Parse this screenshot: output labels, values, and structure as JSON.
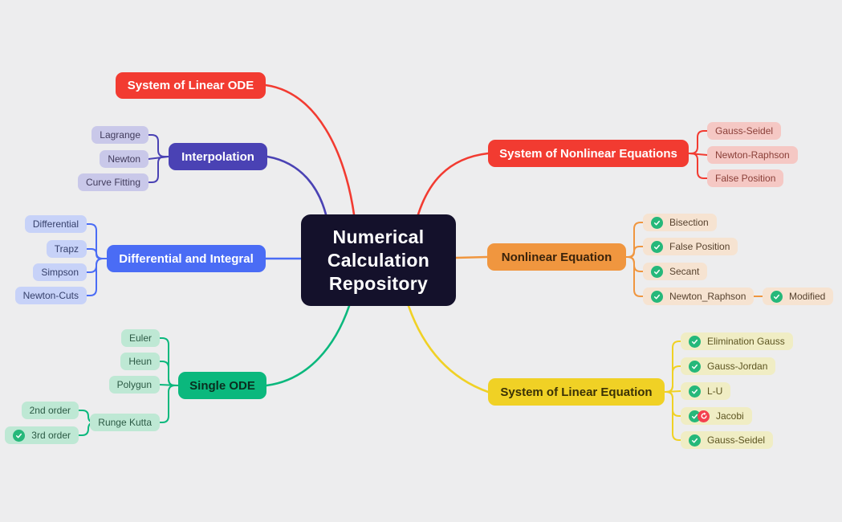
{
  "title_node": {
    "lines": [
      "Numerical",
      "Calculation",
      "Repository"
    ]
  },
  "colors": {
    "background": "#ededee",
    "center_bg": "#14112b",
    "center_text": "#ffffff",
    "check_icon": "#25b87a",
    "retry_icon": "#f4404f"
  },
  "branches": [
    {
      "id": "system-of-linear-ode",
      "label": "System of Linear ODE",
      "color": "#f23b31",
      "text_color": "#ffffff",
      "child_bg": "#f5c8c4",
      "child_text": "#8a3f38",
      "children": []
    },
    {
      "id": "interpolation",
      "label": "Interpolation",
      "color": "#4a42b4",
      "text_color": "#ffffff",
      "child_bg": "#c9c8e9",
      "child_text": "#413b5c",
      "children": [
        {
          "id": "lagrange",
          "label": "Lagrange"
        },
        {
          "id": "newton",
          "label": "Newton"
        },
        {
          "id": "curve-fitting",
          "label": "Curve Fitting"
        }
      ]
    },
    {
      "id": "differential-and-integral",
      "label": "Differential and Integral",
      "color": "#4a6cf5",
      "text_color": "#ffffff",
      "child_bg": "#c7d2f8",
      "child_text": "#36406b",
      "children": [
        {
          "id": "differential",
          "label": "Differential"
        },
        {
          "id": "trapz",
          "label": "Trapz"
        },
        {
          "id": "simpson",
          "label": "Simpson"
        },
        {
          "id": "newton-cuts",
          "label": "Newton-Cuts"
        }
      ]
    },
    {
      "id": "single-ode",
      "label": "Single ODE",
      "color": "#0bb87d",
      "text_color": "#0a2e1f",
      "child_bg": "#bee8d4",
      "child_text": "#2c5a45",
      "children": [
        {
          "id": "euler",
          "label": "Euler"
        },
        {
          "id": "heun",
          "label": "Heun"
        },
        {
          "id": "polygun",
          "label": "Polygun"
        },
        {
          "id": "runge-kutta",
          "label": "Runge Kutta",
          "children": [
            {
              "id": "2nd-order",
              "label": "2nd order"
            },
            {
              "id": "3rd-order",
              "label": "3rd order",
              "icons": [
                "check"
              ]
            }
          ]
        }
      ]
    },
    {
      "id": "system-of-nonlinear-equations",
      "label": "System of Nonlinear Equations",
      "color": "#f23b31",
      "text_color": "#ffffff",
      "child_bg": "#f5c8c4",
      "child_text": "#8a3f38",
      "children": [
        {
          "id": "sne-gauss-seidel",
          "label": "Gauss-Seidel"
        },
        {
          "id": "sne-newton-raphson",
          "label": "Newton-Raphson"
        },
        {
          "id": "sne-false-position",
          "label": "False Position"
        }
      ]
    },
    {
      "id": "nonlinear-equation",
      "label": "Nonlinear Equation",
      "color": "#f0963f",
      "text_color": "#3a230b",
      "child_bg": "#f6e3d1",
      "child_text": "#57422e",
      "children": [
        {
          "id": "bisection",
          "label": "Bisection",
          "icons": [
            "check"
          ]
        },
        {
          "id": "ne-false-position",
          "label": "False Position",
          "icons": [
            "check"
          ]
        },
        {
          "id": "secant",
          "label": "Secant",
          "icons": [
            "check"
          ]
        },
        {
          "id": "newton-raphson-u",
          "label": "Newton_Raphson",
          "icons": [
            "check"
          ],
          "children": [
            {
              "id": "modified",
              "label": "Modified",
              "icons": [
                "check"
              ]
            }
          ]
        }
      ]
    },
    {
      "id": "system-of-linear-equation",
      "label": "System of Linear Equation",
      "color": "#f0d125",
      "text_color": "#3a3106",
      "child_bg": "#f0edc4",
      "child_text": "#5c5420",
      "children": [
        {
          "id": "elimination-gauss",
          "label": "Elimination Gauss",
          "icons": [
            "check"
          ]
        },
        {
          "id": "sle-gauss-jordan",
          "label": "Gauss-Jordan",
          "icons": [
            "check"
          ]
        },
        {
          "id": "l-u",
          "label": "L-U",
          "icons": [
            "check"
          ]
        },
        {
          "id": "jacobi",
          "label": "Jacobi",
          "icons": [
            "check",
            "retry"
          ]
        },
        {
          "id": "sle-gauss-seidel",
          "label": "Gauss-Seidel",
          "icons": [
            "check"
          ]
        }
      ]
    }
  ]
}
